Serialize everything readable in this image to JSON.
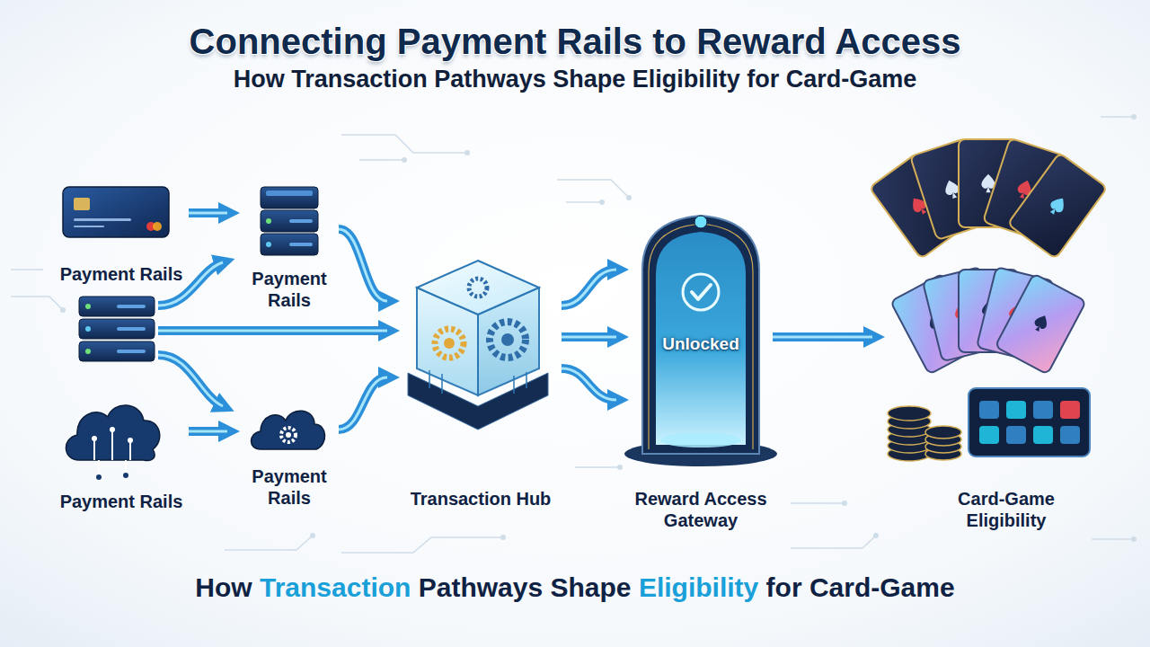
{
  "diagram": {
    "title": "Connecting Payment Rails to Reward Access",
    "caption": "How Transaction Pathways Shape Eligibility for Card-Game",
    "nodes": [
      {
        "text": [
          "Payment Rails"
        ]
      },
      {
        "text": [
          "Payment Rails"
        ]
      },
      {
        "text": [
          "Payment Rails"
        ]
      },
      {
        "text": [
          "Payment Rails"
        ]
      },
      {
        "text": [
          "Transaction Hub"
        ]
      },
      {
        "text": [
          "Unlocked",
          "Reward Access Gateway"
        ]
      },
      {
        "text": [
          "Card-Game Eligibility"
        ]
      }
    ],
    "edges": [
      {
        "from": 0,
        "to": 1,
        "arrow": "to"
      },
      {
        "from": 2,
        "to": 3,
        "arrow": "to"
      },
      {
        "from": 1,
        "to": 4,
        "arrow": "to"
      },
      {
        "from": 3,
        "to": 4,
        "arrow": "to"
      },
      {
        "from": 4,
        "to": 5,
        "arrow": "to"
      },
      {
        "from": 4,
        "to": 5,
        "arrow": "to"
      },
      {
        "from": 4,
        "to": 5,
        "arrow": "to"
      },
      {
        "from": 5,
        "to": 6,
        "arrow": "to"
      }
    ],
    "labels": [
      "How Transaction Pathways Shape Eligibility for Card-Game"
    ]
  }
}
